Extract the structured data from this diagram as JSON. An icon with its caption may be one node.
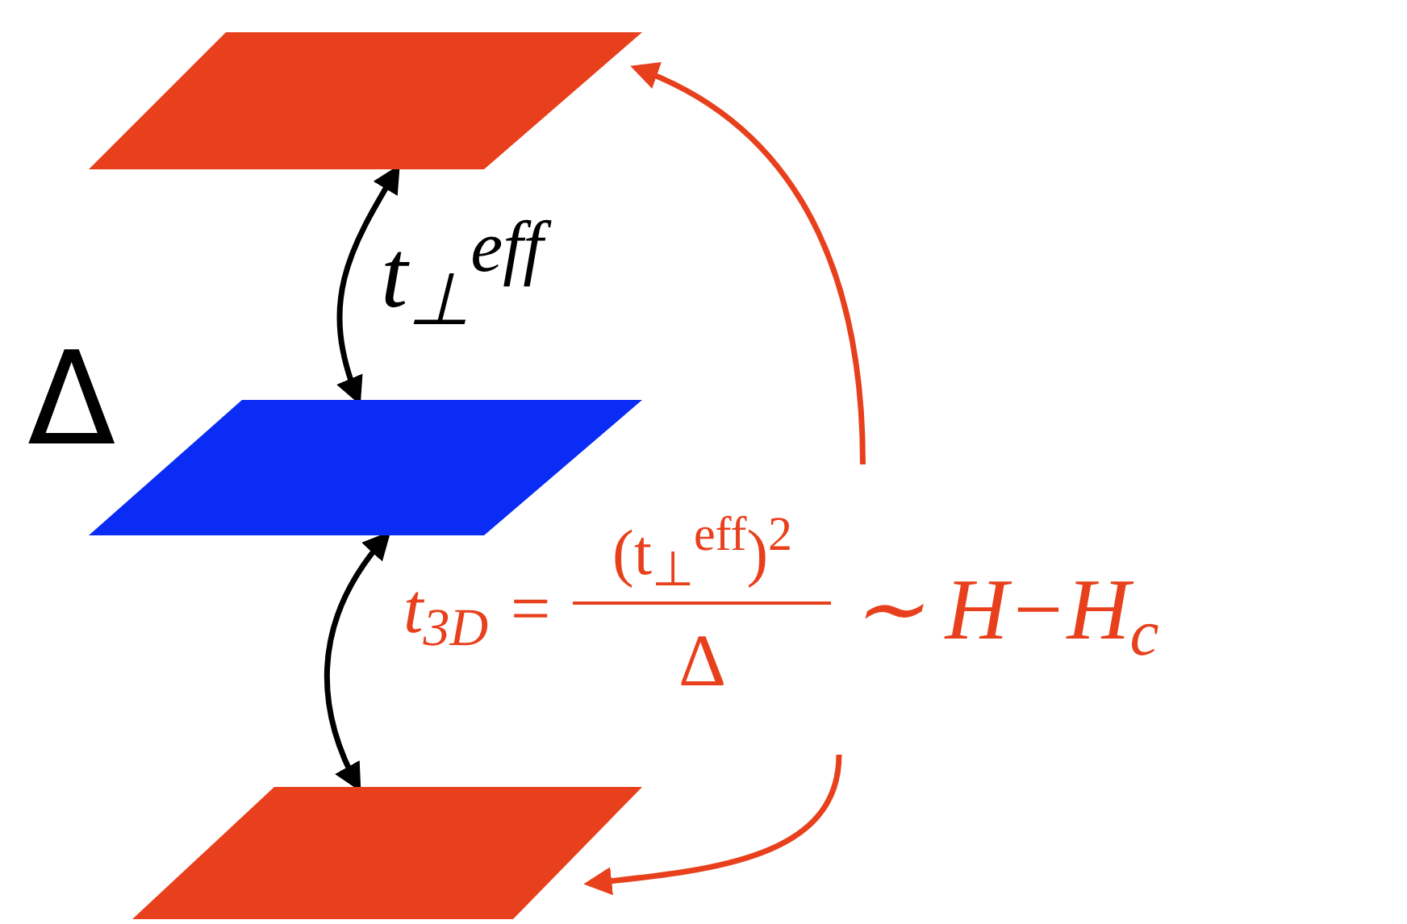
{
  "diagram": {
    "nodes": [
      {
        "text": [],
        "shape": "parallelogram"
      },
      {
        "text": [],
        "shape": "parallelogram",
        "beside": [
          "Δ"
        ]
      },
      {
        "text": [],
        "shape": "parallelogram"
      },
      {
        "text": [
          "t$_{3D}$ =",
          "(t$_{⊥}$$^{eff}$)$^{2}$",
          "Δ",
          "∼ H−H$_{c}$"
        ]
      }
    ],
    "edges": [
      {
        "from": 1,
        "to": 0,
        "arrow": "both",
        "label": "t$_{⊥}$$^{eff}$",
        "color": "#000000"
      },
      {
        "from": 1,
        "to": 2,
        "arrow": "both",
        "color": "#000000"
      },
      {
        "from": 3,
        "to": 0,
        "arrow": "to",
        "color": "#e8401c"
      },
      {
        "from": 3,
        "to": 2,
        "arrow": "to",
        "color": "#e8401c"
      }
    ]
  }
}
